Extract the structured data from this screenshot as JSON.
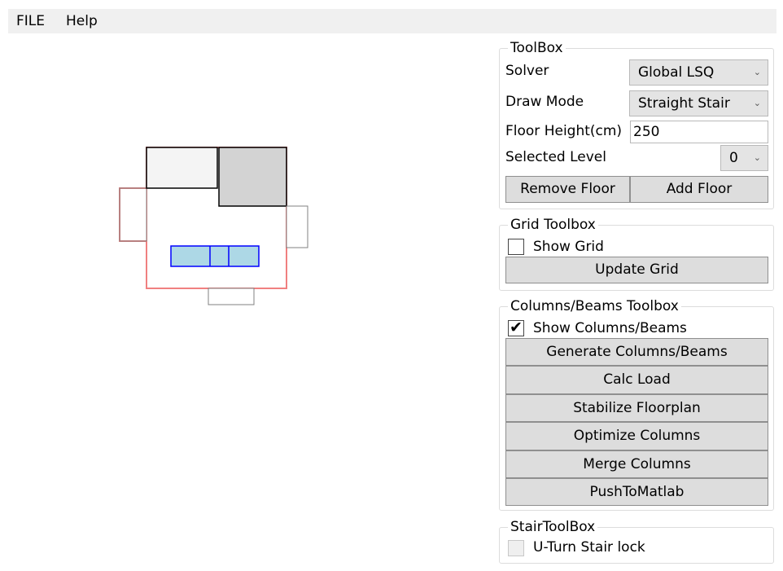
{
  "menu": {
    "file": "FILE",
    "help": "Help"
  },
  "toolbox": {
    "title": "ToolBox",
    "solver_label": "Solver",
    "solver_value": "Global LSQ",
    "draw_mode_label": "Draw Mode",
    "draw_mode_value": "Straight Stair",
    "floor_height_label": "Floor Height(cm)",
    "floor_height_value": "250",
    "selected_level_label": "Selected Level",
    "selected_level_value": "0",
    "remove_floor": "Remove Floor",
    "add_floor": "Add Floor"
  },
  "grid": {
    "title": "Grid Toolbox",
    "show_grid_label": "Show Grid",
    "show_grid_checked": false,
    "update_grid": "Update Grid"
  },
  "columns": {
    "title": "Columns/Beams Toolbox",
    "show_label": "Show Columns/Beams",
    "show_checked": true,
    "buttons": [
      "Generate Columns/Beams",
      "Calc Load",
      "Stabilize Floorplan",
      "Optimize Columns",
      "Merge Columns",
      "PushToMatlab"
    ]
  },
  "stair": {
    "title": "StairToolBox",
    "uturn_label": "U-Turn Stair lock",
    "uturn_checked": false
  },
  "colors": {
    "outline_red": "#f08080",
    "room_light": "#f4f4f4",
    "room_gray": "#d3d3d3",
    "stair_fill": "#add8e6",
    "stair_stroke": "#0000ff"
  }
}
